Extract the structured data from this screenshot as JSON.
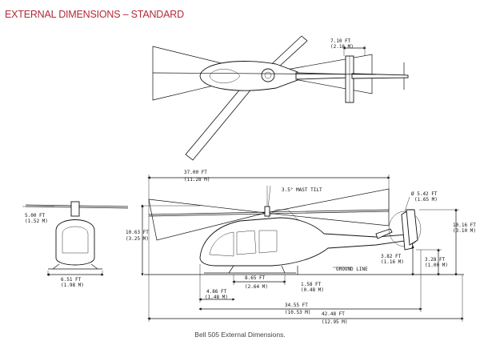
{
  "header": {
    "title": "EXTERNAL DIMENSIONS – STANDARD"
  },
  "caption": "Bell 505 External Dimensions.",
  "top_view": {
    "tail_width": "7.10 FT",
    "tail_width_m": "(2.16 M)"
  },
  "front_view": {
    "skid_height": "5.00 FT",
    "skid_height_m": "(1.52 M)",
    "skid_width": "6.51 FT",
    "skid_width_m": "(1.98 M)"
  },
  "side_view": {
    "rotor_span": "37.00 FT",
    "rotor_span_m": "(11.28 M)",
    "mast_tilt": "3.5° MAST TILT",
    "overall_height": "10.63 FT",
    "overall_height_m": "(3.25 M)",
    "tail_rotor_dia": "Ø 5.42 FT",
    "tail_rotor_dia_m": "(1.65 M)",
    "tail_height": "10.16 FT",
    "tail_height_m": "(3.10 M)",
    "tail_rotor_clearance": "3.82 FT",
    "tail_rotor_clearance_m": "(1.16 M)",
    "tail_skid_height": "3.28 FT",
    "tail_skid_height_m": "(1.00 M)",
    "ground_line": "GROUND LINE",
    "skid_length": "8.65 FT",
    "skid_length_m": "(2.64 M)",
    "ground_clearance": "1.58 FT",
    "ground_clearance_m": "(0.48 M)",
    "nose_to_skid": "4.86 FT",
    "nose_to_skid_m": "(1.48 M)",
    "fuselage_length": "34.55 FT",
    "fuselage_length_m": "(10.53 M)",
    "overall_length": "42.48 FT",
    "overall_length_m": "(12.95 M)"
  }
}
